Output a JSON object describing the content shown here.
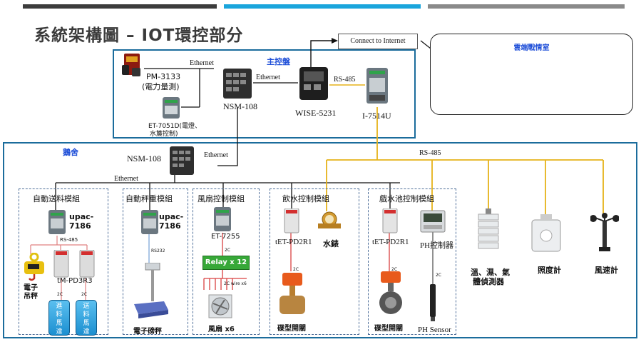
{
  "header": {
    "title": "系統架構圖 – IOT環控部分",
    "bar_colors": [
      "#3c3c3c",
      "#1aa5dc",
      "#8a8a8a"
    ]
  },
  "labels": {
    "main_panel": "主控盤",
    "barn": "鵝舍",
    "connect_internet": "Connect to Internet",
    "cloud_room": "雲端戰情室",
    "pm3133_line1": "PM-3133",
    "pm3133_line2": "(電力量測)",
    "et7051d_line1": "ET-7051D(電燈、",
    "et7051d_line2": "水簾控制)",
    "nsm108_top": "NSM-108",
    "nsm108_barn": "NSM-108",
    "wise5231": "WISE-5231",
    "i7514u": "I-7514U",
    "ethernet_1": "Ethernet",
    "ethernet_2": "Ethernet",
    "ethernet_3": "Ethernet",
    "ethernet_4": "Ethernet",
    "rs485_top": "RS-485",
    "rs485_barn": "RS-485",
    "rs485_small": "RS-485",
    "rs232": "RS232",
    "wire_2c_1": "2C",
    "wire_2c_2": "2C",
    "wire_2c_3": "2C",
    "wire_2c_4": "2C",
    "wire_2c_5": "2C",
    "wire_2c_6": "2C",
    "wire_2c_7": "2C",
    "wire_2c_8": "2C",
    "wire_2c_x6": "2C wire x6"
  },
  "modules": {
    "auto_feed": {
      "title": "自動送料模組",
      "upac_1": "upac-",
      "upac_2": "7186",
      "crane_1": "電子",
      "crane_2": "吊秤",
      "tm": "tM-PD3R3",
      "motor_in": [
        "進",
        "料",
        "馬",
        "達"
      ],
      "motor_out": [
        "送",
        "料",
        "馬",
        "達"
      ]
    },
    "auto_weigh": {
      "title": "自動秤重模組",
      "upac_1": "upac-",
      "upac_2": "7186",
      "scale": "電子磅秤"
    },
    "fan": {
      "title": "風扇控制模組",
      "et7255": "ET-7255",
      "relay": "Relay x 12",
      "fans": "風扇 x6"
    },
    "water": {
      "title": "飲水控制模組",
      "tet": "tET-PD2R1",
      "meter": "水錶",
      "valve": "碟型開關"
    },
    "pool": {
      "title": "戲水池控制模組",
      "tet": "tET-PD2R1",
      "ph_ctrl": "PH控制器",
      "valve": "碟型開關",
      "ph_sensor": "PH Sensor"
    },
    "sensors": {
      "thermo_1": "溫、濕、氣",
      "thermo_2": "體偵測器",
      "lux": "照度計",
      "wind": "風速計"
    }
  }
}
